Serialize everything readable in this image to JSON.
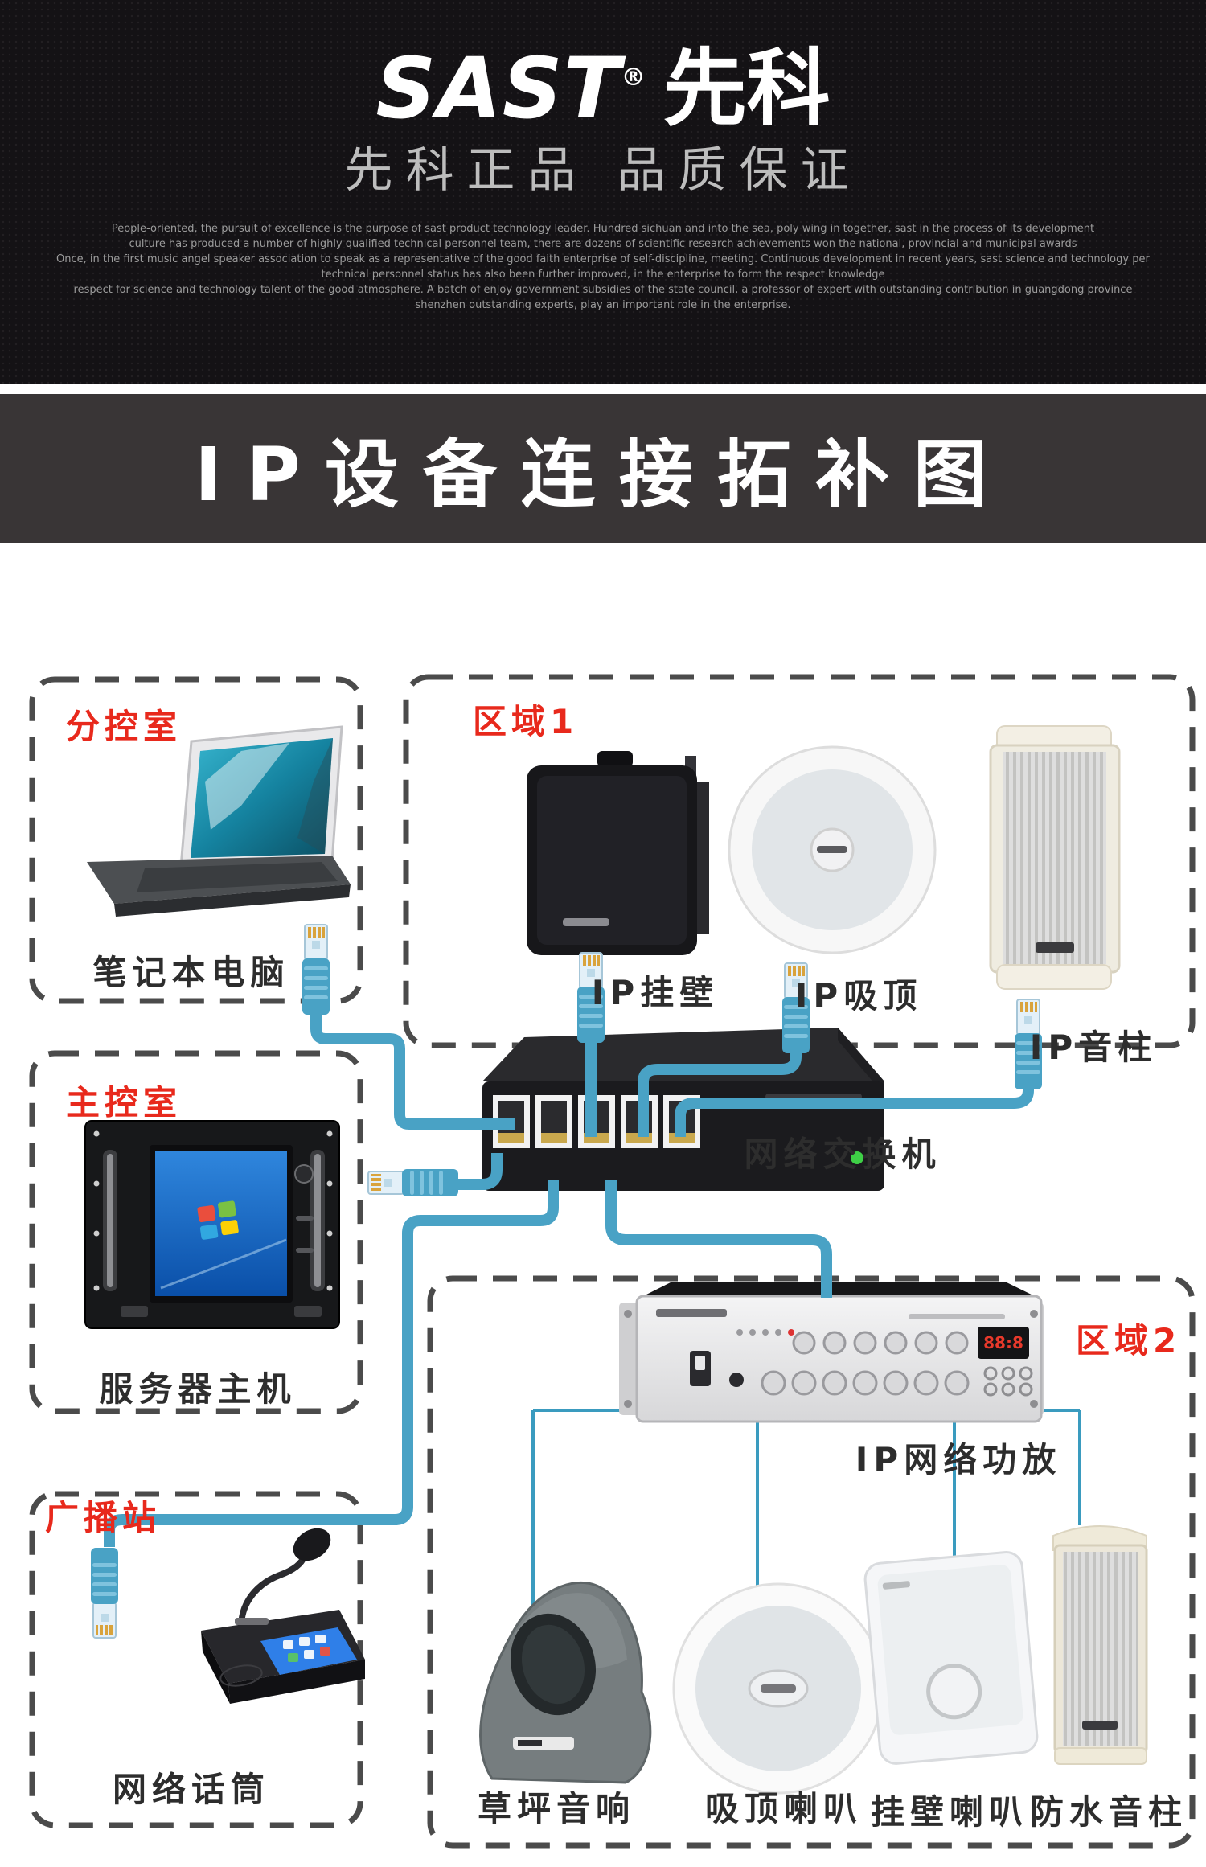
{
  "hero": {
    "brand_en": "SAST",
    "reg_mark": "®",
    "brand_cn": "先科",
    "tagline": "先科正品 品质保证",
    "paragraph_lines": [
      "People-oriented, the pursuit of excellence is the purpose of sast product technology leader. Hundred sichuan and into the sea, poly wing in together, sast in the process of its development",
      "culture has produced a number of highly qualified technical personnel team, there are dozens of scientific research achievements won the national, provincial and municipal awards",
      "Once, in the first music angel speaker association to speak as a representative of the good faith enterprise of self-discipline, meeting. Continuous development in recent years, sast science and technology personnel team",
      "technical personnel status has also been further improved, in the enterprise to form the respect knowledge",
      "respect for science and technology talent of the good atmosphere. A batch of enjoy government subsidies of the state council, a professor of expert with outstanding contribution in guangdong province",
      "shenzhen outstanding experts, play an important role in the enterprise."
    ]
  },
  "banner": {
    "title": "IP设备连接拓补图"
  },
  "diagram": {
    "sub_control": {
      "label": "分控室",
      "device": "笔记本电脑"
    },
    "zone1": {
      "label": "区域1",
      "wall_speaker": "IP挂壁",
      "ceiling_speaker": "IP吸顶",
      "column_speaker": "IP音柱"
    },
    "main_control": {
      "label": "主控室",
      "device": "服务器主机"
    },
    "network_switch": {
      "label": "网络交换机"
    },
    "zone2": {
      "label": "区域2",
      "amplifier": "IP网络功放",
      "lawn_speaker": "草坪音响",
      "ceiling_speaker": "吸顶喇叭",
      "wall_speaker": "挂壁喇叭",
      "column_speaker": "防水音柱"
    },
    "broadcast": {
      "label": "广播站",
      "device": "网络话筒"
    },
    "colors": {
      "cable": "#49a2c5",
      "wire": "#3a9bbf",
      "box_border": "#4b4b4b",
      "red_label": "#e8291c",
      "black_label": "#2d2d2d"
    }
  }
}
